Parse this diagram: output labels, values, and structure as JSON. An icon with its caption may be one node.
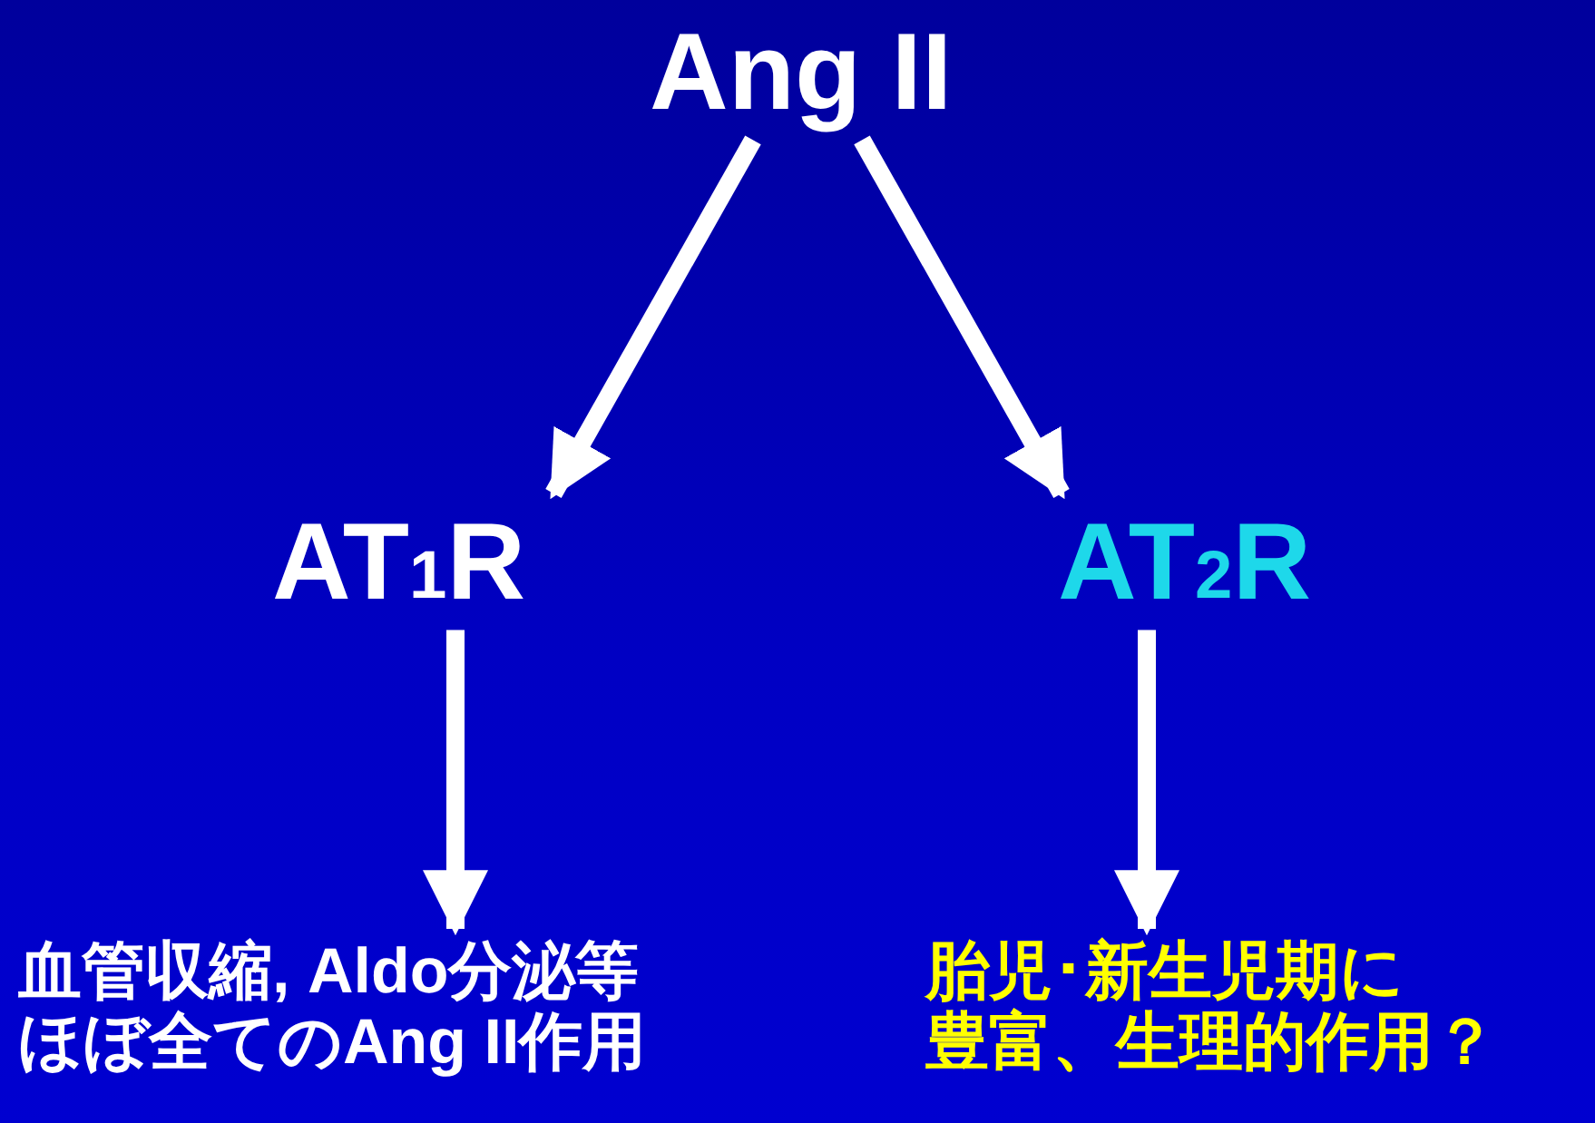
{
  "diagram": {
    "nodes": [
      {
        "text": [
          "Ang II"
        ]
      },
      {
        "text": [
          "AT$_{1}$R"
        ]
      },
      {
        "text": [
          "AT$_{2}$R"
        ]
      },
      {
        "text": [
          "血管収縮, Aldo分泌等",
          "ほぼ全てのAng II作用"
        ]
      },
      {
        "text": [
          "胎児･新生児期に",
          "豊富、生理的作用？"
        ]
      }
    ],
    "edges": [
      {
        "from": 0,
        "to": 1,
        "arrow": "to"
      },
      {
        "from": 0,
        "to": 2,
        "arrow": "to"
      },
      {
        "from": 1,
        "to": 3,
        "arrow": "to"
      },
      {
        "from": 2,
        "to": 4,
        "arrow": "to"
      }
    ]
  }
}
